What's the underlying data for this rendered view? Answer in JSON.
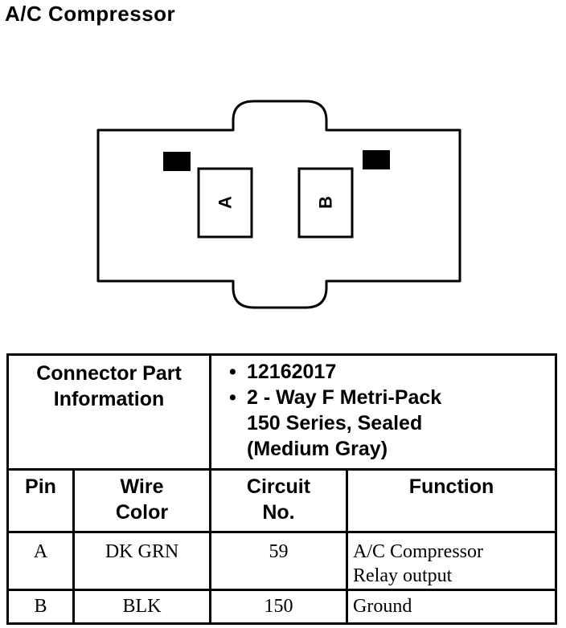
{
  "title": "A/C Compressor",
  "connector": {
    "pins": [
      "A",
      "B"
    ]
  },
  "table": {
    "info_label_line1": "Connector Part",
    "info_label_line2": "Information",
    "info_lines": [
      {
        "bullet": true,
        "text": "12162017"
      },
      {
        "bullet": true,
        "text": "2 - Way F Metri-Pack"
      },
      {
        "bullet": false,
        "text": "150 Series, Sealed"
      },
      {
        "bullet": false,
        "text": "(Medium Gray)"
      }
    ],
    "headers": {
      "pin": "Pin",
      "wire_color_line1": "Wire",
      "wire_color_line2": "Color",
      "circuit_line1": "Circuit",
      "circuit_line2": "No.",
      "function": "Function"
    },
    "rows": [
      {
        "pin": "A",
        "wire_color": "DK GRN",
        "circuit": "59",
        "function_line1": "A/C Compressor",
        "function_line2": "Relay output"
      },
      {
        "pin": "B",
        "wire_color": "BLK",
        "circuit": "150",
        "function_line1": "Ground",
        "function_line2": ""
      }
    ]
  }
}
